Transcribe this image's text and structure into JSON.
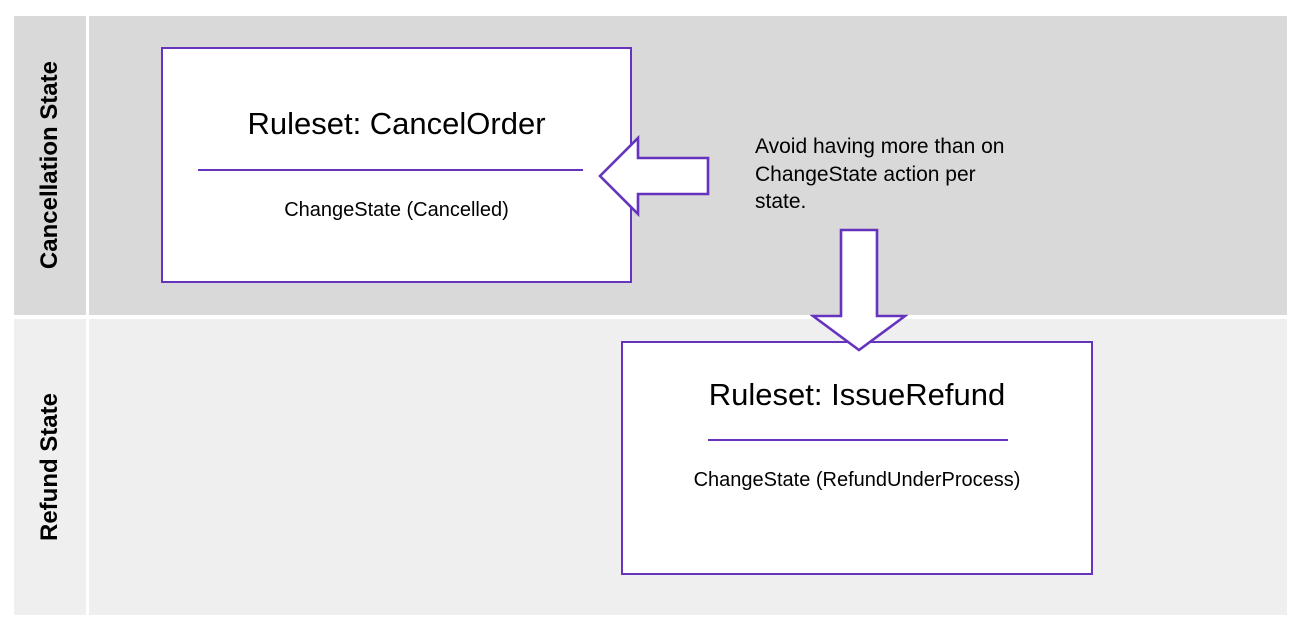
{
  "diagram": {
    "type": "swimlane-diagram",
    "colors": {
      "accent_purple": "#6633bf",
      "lane_cancellation_bg": "#d9d9d9",
      "lane_refund_bg": "#efefef",
      "box_fill": "#ffffff",
      "text": "#000000",
      "page_bg": "#ffffff"
    },
    "lanes": [
      {
        "id": "cancellation",
        "title": "Cancellation State",
        "shapes": [
          "box-cancel-order",
          "arrow-left",
          "arrow-down",
          "annotation-note"
        ]
      },
      {
        "id": "refund",
        "title": "Refund State",
        "shapes": [
          "box-issue-refund"
        ]
      }
    ],
    "boxes": [
      {
        "id": "box-cancel-order",
        "title": "Ruleset: CancelOrder",
        "action": "ChangeState (Cancelled)",
        "lane": "Cancellation State"
      },
      {
        "id": "box-issue-refund",
        "title": "Ruleset: IssueRefund",
        "action": "ChangeState (RefundUnderProcess)",
        "lane": "Refund State"
      }
    ],
    "arrows": [
      {
        "id": "arrow-left",
        "direction": "left",
        "points_to": "box-cancel-order"
      },
      {
        "id": "arrow-down",
        "direction": "down",
        "points_to": "box-issue-refund"
      }
    ],
    "annotation": {
      "text": "Avoid having more than on ChangeState action per state.",
      "lines": [
        "Avoid having more than on",
        "ChangeState action per",
        "state."
      ]
    }
  }
}
